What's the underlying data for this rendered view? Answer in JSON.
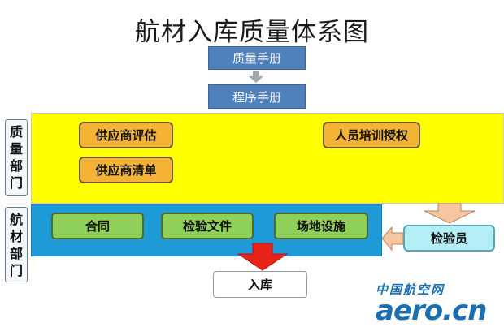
{
  "title": "航材入库质量体系图",
  "top_boxes": {
    "quality_manual": "质量手册",
    "procedure_manual": "程序手册"
  },
  "side_labels": {
    "quality_dept": [
      "质",
      "量",
      "部",
      "门"
    ],
    "materials_dept": [
      "航",
      "材",
      "部",
      "门"
    ]
  },
  "quality_dept_items": {
    "supplier_evaluation": "供应商评估",
    "supplier_list": "供应商清单",
    "personnel_training": "人员培训授权"
  },
  "materials_dept_items": {
    "contract": "合同",
    "inspection_docs": "检验文件",
    "site_facilities": "场地设施"
  },
  "inspector": "检验员",
  "warehouse": "入库",
  "watermark": {
    "cn": "中国航空网",
    "en": "aero.cn"
  },
  "colors": {
    "blue_box": "#4f81bd",
    "yellow_area": "#ffff00",
    "blue_area": "#1e9ad6",
    "orange_box": "#f5b335",
    "green_box": "#8fd05a",
    "inspector_box": "#b3eef4",
    "arrow_red": "#e8241a",
    "arrow_orange": "#f6c6a0"
  }
}
